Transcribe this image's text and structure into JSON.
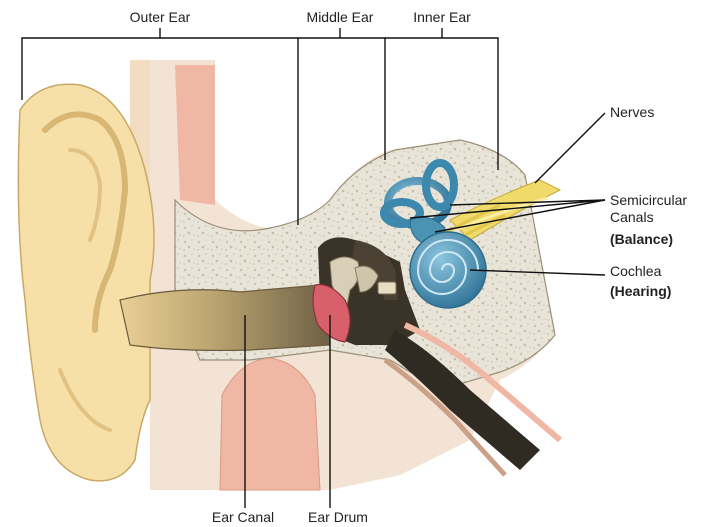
{
  "labels": {
    "outer_ear": "Outer Ear",
    "middle_ear": "Middle Ear",
    "inner_ear": "Inner Ear",
    "nerves": "Nerves",
    "semicircular": "Semicircular",
    "canals": "Canals",
    "balance": "(Balance)",
    "cochlea": "Cochlea",
    "hearing": "(Hearing)",
    "ear_canal": "Ear Canal",
    "ear_drum": "Ear Drum"
  },
  "colors": {
    "skin": "#f5dfa6",
    "skin_shadow": "#e2c27e",
    "bone": "#e6e2d6",
    "tissue": "#efd9c9",
    "pink": "#f1b7a5",
    "canal": "#9c8a5e",
    "cavity": "#3a3328",
    "eardrum": "#d8606a",
    "inner_blue": "#4a93b3",
    "nerve_yellow": "#f0db6a"
  }
}
